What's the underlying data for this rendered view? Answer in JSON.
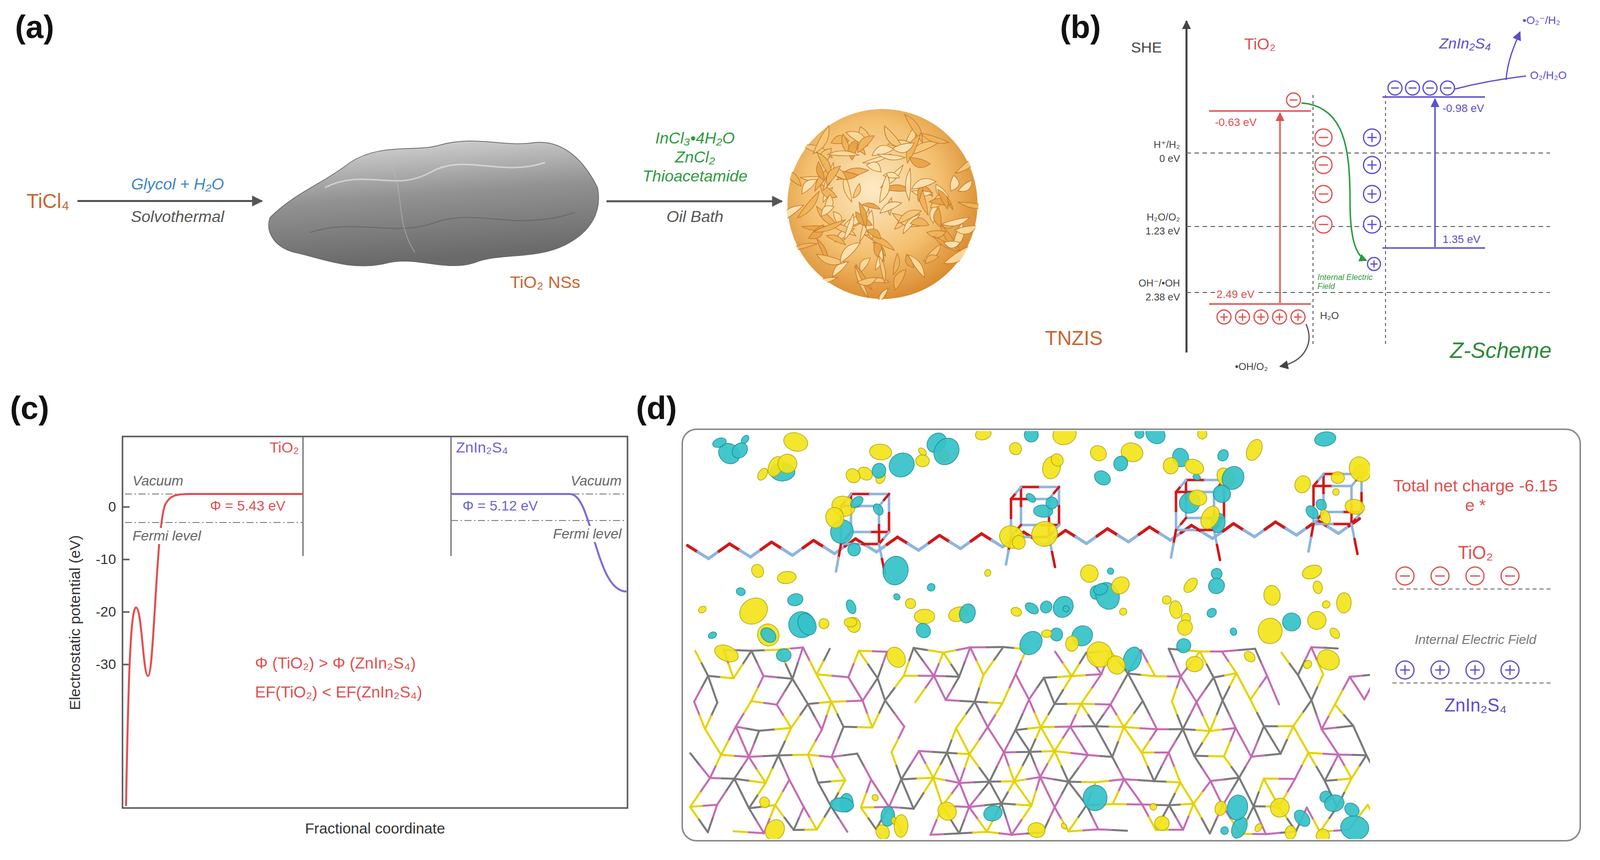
{
  "diagram": {
    "nodes": [
      {
        "text": [
          "TiCl₄"
        ]
      },
      {
        "text": [
          "TiO₂ NSs"
        ]
      },
      {
        "text": [
          "TNZIS"
        ]
      },
      {
        "text": [
          "Total net charge -6.15 e *",
          "TiO₂",
          "Internal Electric Field",
          "ZnIn₂S₄"
        ]
      }
    ],
    "edges": [
      {
        "from": 0,
        "to": 1,
        "arrow": "to"
      },
      {
        "from": 1,
        "to": 2,
        "arrow": "to"
      }
    ],
    "labels": [
      "(a)",
      "Glycol + H₂O",
      "Solvothermal",
      "InCl₃•4H₂O",
      "ZnCl₂",
      "Thioacetamide",
      "Oil Bath",
      "(b)",
      "SHE",
      "TiO₂",
      "ZnIn₂S₄",
      "•O₂⁻/H₂",
      "O₂/H₂O",
      "-0.63 eV",
      "-0.98 eV",
      "H⁺/H₂",
      "0 eV",
      "H₂O/O₂",
      "1.23 eV",
      "OH⁻/•OH",
      "2.38 eV",
      "2.49 eV",
      "1.35 eV",
      "Internal Electric Field",
      "H₂O",
      "•OH/O₂",
      "Z-Scheme",
      "(c)",
      "TiO₂",
      "ZnIn₂S₄",
      "Vacuum",
      "Vacuum",
      "Φ = 5.43 eV",
      "Φ = 5.12 eV",
      "Fermi level",
      "Fermi level",
      "Φ (TiO₂) > Φ (ZnIn₂S₄)",
      "EF(TiO₂) < EF(ZnIn₂S₄)",
      "0",
      "-10",
      "-20",
      "-30",
      "Electrostatic potential (eV)",
      "Fractional coordinate",
      "(d)"
    ]
  }
}
